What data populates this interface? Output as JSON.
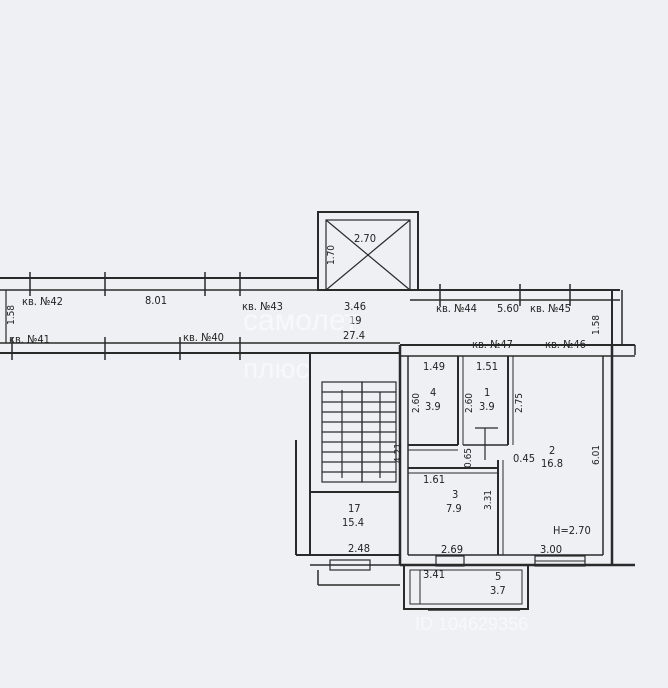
{
  "labels": {
    "kv42": "кв. №42",
    "kv41": "кв. №41",
    "kv40": "кв. №40",
    "kv43": "кв. №43",
    "kv44": "кв. №44",
    "kv45": "кв. №45",
    "kv46": "кв. №46",
    "kv47": "кв. №47",
    "corridor_num": "19",
    "corridor_area": "27.4",
    "room1_num": "1",
    "room1_area": "3.9",
    "room2_num": "2",
    "room2_area": "16.8",
    "room3_num": "3",
    "room3_area": "7.9",
    "room4_num": "4",
    "room4_area": "3.9",
    "room5_num": "5",
    "room5_area": "3.7",
    "room17_num": "17",
    "room17_area": "15.4",
    "height": "H=2.70"
  },
  "dimensions": {
    "d801": "8.01",
    "d346": "3.46",
    "d560": "5.60",
    "d158a": "1.58",
    "d158b": "1.58",
    "d270top": "2.70",
    "d170": "1.70",
    "d149": "1.49",
    "d151": "1.51",
    "d260a": "2.60",
    "d260b": "2.60",
    "d275": "2.75",
    "d601": "6.01",
    "d421": "4.21",
    "d065": "0.65",
    "d045": "0.45",
    "d161": "1.61",
    "d331": "3.31",
    "d248": "2.48",
    "d269": "2.69",
    "d300": "3.00",
    "d341": "3.41"
  },
  "watermark": {
    "line1": "самолет",
    "line2": "плюс",
    "id": "ID 104629356"
  }
}
